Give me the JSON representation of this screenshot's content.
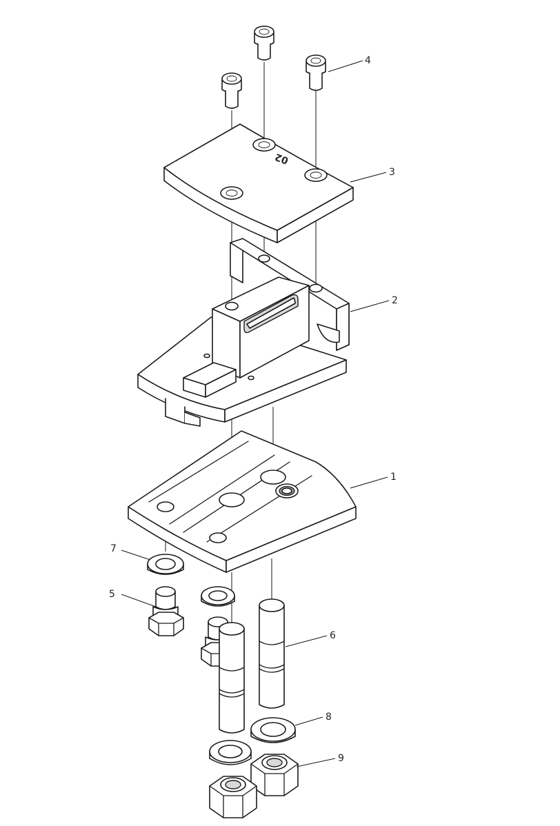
{
  "drawing": {
    "engraving": "02",
    "callouts": [
      {
        "id": "c1",
        "label": "1"
      },
      {
        "id": "c2",
        "label": "2"
      },
      {
        "id": "c3",
        "label": "3"
      },
      {
        "id": "c4",
        "label": "4"
      },
      {
        "id": "c5",
        "label": "5"
      },
      {
        "id": "c6",
        "label": "6"
      },
      {
        "id": "c7",
        "label": "7"
      },
      {
        "id": "c8",
        "label": "8"
      },
      {
        "id": "c9",
        "label": "9"
      }
    ]
  }
}
